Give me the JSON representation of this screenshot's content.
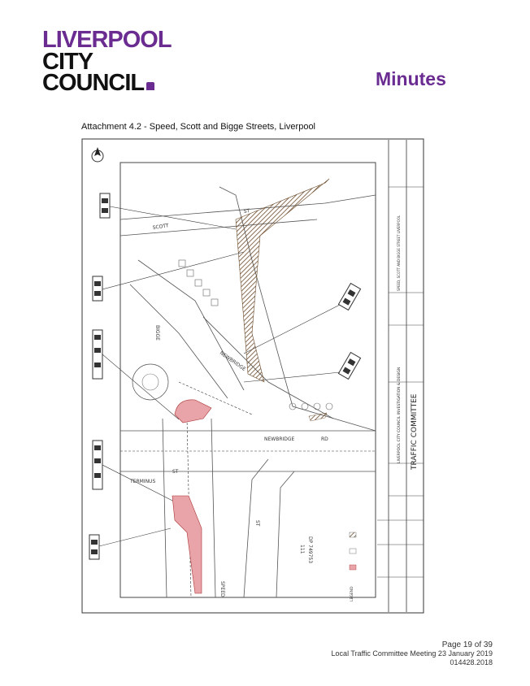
{
  "header": {
    "logo": {
      "line1": "LIVERPOOL",
      "line2": "CITY",
      "line3": "COUNCIL"
    },
    "section": "Minutes"
  },
  "attachment": {
    "caption": "Attachment 4.2 - Speed, Scott and Bigge Streets, Liverpool"
  },
  "plan": {
    "street_labels": {
      "scott": "SCOTT",
      "st1": "ST",
      "newbridge": "NEWBRIDGE",
      "rd": "RD",
      "terminus": "TERMINUS",
      "st2": "ST",
      "speed": "SPEED",
      "st3": "ST",
      "bigge": "BIGGE"
    },
    "lot_label": {
      "lot": "111",
      "dp": "DP 749753"
    },
    "title_block": {
      "org": "LIVERPOOL CITY COUNCIL INVESTIGATION & DESIGN",
      "committee": "TRAFFIC COMMITTEE",
      "location": "SPEED, SCOTT AND BIGGE STREET  LIVERPOOL"
    },
    "legend": {
      "heading": "LEGEND"
    }
  },
  "footer": {
    "page": "Page 19 of 39",
    "meeting": "Local Traffic Committee Meeting 23 January 2019",
    "ref": "014428.2018"
  }
}
